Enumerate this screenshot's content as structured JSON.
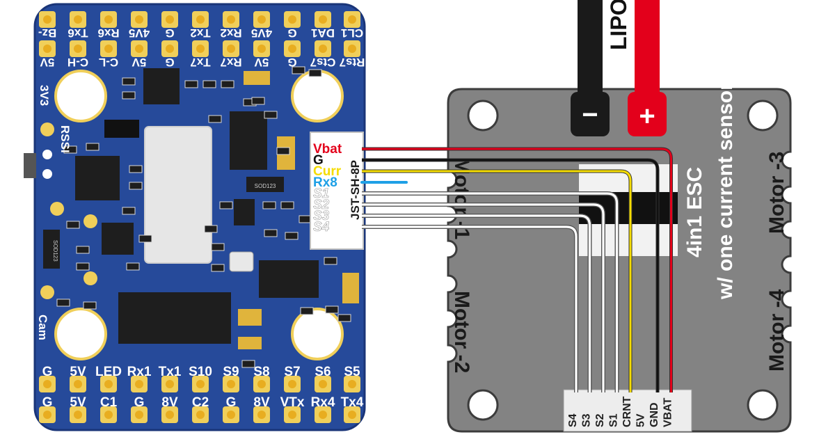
{
  "fc": {
    "top_row1": [
      "Bz-",
      "Tx6",
      "Rx6",
      "4V5",
      "G",
      "Tx2",
      "Rx2",
      "4V5",
      "G",
      "DA1",
      "CL1"
    ],
    "top_row2": [
      "5V",
      "C-H",
      "C-L",
      "5V",
      "G",
      "Tx7",
      "Rx7",
      "5V",
      "G",
      "Cts7",
      "Rts7"
    ],
    "side_labels": [
      "3V3",
      "RSSI",
      "Cam"
    ],
    "bottom_row1": [
      "G",
      "5V",
      "LED",
      "Rx1",
      "Tx1",
      "S10",
      "S9",
      "S8",
      "S7",
      "S6",
      "S5"
    ],
    "bottom_row2": [
      "G",
      "5V",
      "C1",
      "G",
      "8V",
      "C2",
      "G",
      "8V",
      "VTx",
      "Rx4",
      "Tx4"
    ],
    "chip_labels": [
      "SOD123",
      "SOD123"
    ]
  },
  "connector": {
    "label": "JST-SH-8P",
    "pins": [
      {
        "name": "Vbat",
        "color": "#e3001b"
      },
      {
        "name": "G",
        "color": "#111111"
      },
      {
        "name": "Curr",
        "color": "#f5dc00"
      },
      {
        "name": "Rx8",
        "color": "#1ea0e6"
      },
      {
        "name": "S1",
        "color": "#ffffff"
      },
      {
        "name": "S2",
        "color": "#ffffff"
      },
      {
        "name": "S3",
        "color": "#ffffff"
      },
      {
        "name": "S4",
        "color": "#ffffff"
      }
    ]
  },
  "battery": {
    "label": "LIPO",
    "minus": "−",
    "plus": "+"
  },
  "esc": {
    "title": "4in1 ESC",
    "subtitle": "w/ one current sensor",
    "motors": [
      "Motor -1",
      "Motor -2",
      "Motor -3",
      "Motor -4"
    ],
    "pads": [
      "S4",
      "S3",
      "S2",
      "S1",
      "CRNT",
      "5V",
      "GND",
      "VBAT"
    ]
  }
}
